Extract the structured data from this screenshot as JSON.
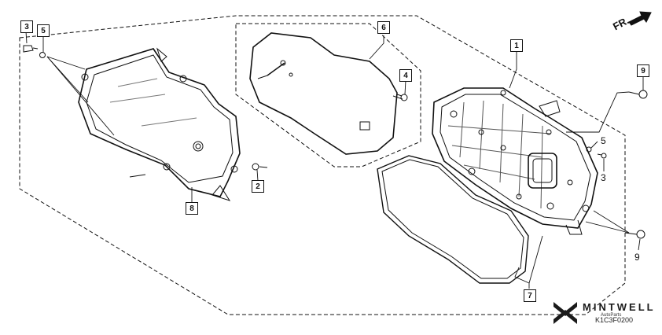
{
  "callouts": {
    "c1": "1",
    "c2": "2",
    "c3_box": "3",
    "c3_plain": "3",
    "c4": "4",
    "c5_box": "5",
    "c5_plain": "5",
    "c6": "6",
    "c7": "7",
    "c8": "8",
    "c9_box": "9",
    "c9_plain": "9"
  },
  "direction_label": "FR.",
  "brand": {
    "name": "MINTWELL",
    "tagline": "AutoParts"
  },
  "drawing_code": "K1C3F0200",
  "colors": {
    "line": "#111111",
    "background": "#ffffff"
  }
}
